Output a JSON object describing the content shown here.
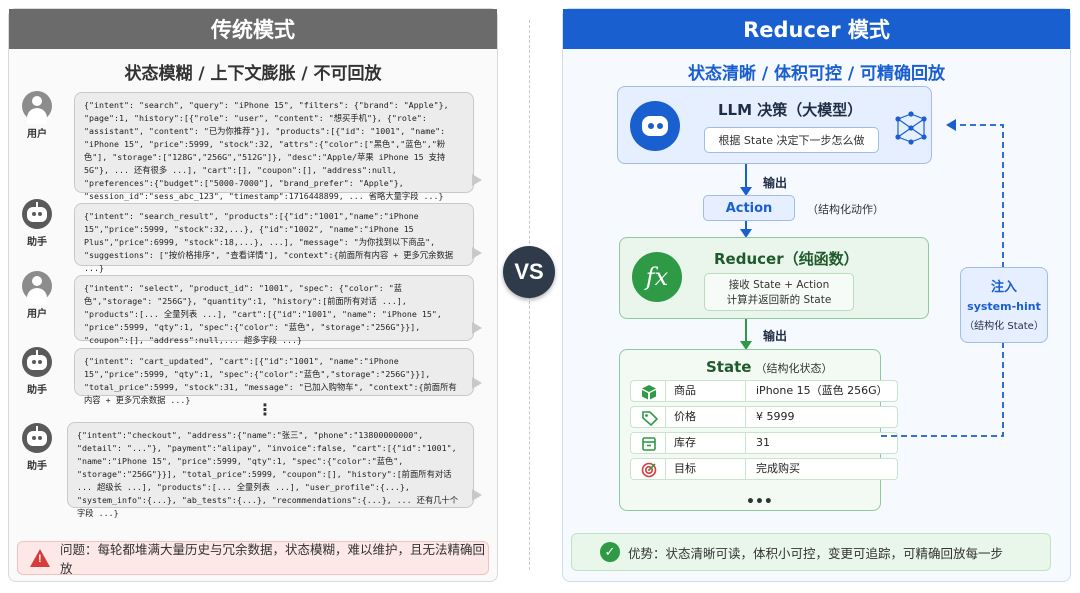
{
  "left": {
    "title": "传统模式",
    "subtitle": "状态模糊 / 上下文膨胀 / 不可回放",
    "labels": {
      "user": "用户",
      "assistant": "助手"
    },
    "messages": [
      {
        "role": "user",
        "text": "{\"intent\": \"search\", \"query\": \"iPhone 15\", \"filters\": {\"brand\": \"Apple\"}, \"page\":1, \"history\":[{\"role\": \"user\", \"content\": \"想买手机\"}, {\"role\": \"assistant\", \"content\": \"已为你推荐\"}], \"products\":[{\"id\": \"1001\", \"name\": \"iPhone 15\", \"price\":5999, \"stock\":32, \"attrs\":{\"color\":[\"黑色\",\"蓝色\",\"粉色\"], \"storage\":[\"128G\",\"256G\",\"512G\"]}, \"desc\":\"Apple/苹果 iPhone 15 支持5G\"}, ... 还有很多 ...], \"cart\":[], \"coupon\":[], \"address\":null, \"preferences\":{\"budget\":[\"5000-7000\"], \"brand_prefer\": \"Apple\"}, \"session_id\":\"sess_abc_123\", \"timestamp\":1716448899, ... 省略大量字段 ...}"
      },
      {
        "role": "assistant",
        "text": "{\"intent\": \"search_result\", \"products\":[{\"id\":\"1001\",\"name\":\"iPhone 15\",\"price\":5999, \"stock\":32,...}, {\"id\":\"1002\", \"name\":\"iPhone 15 Plus\",\"price\":6999, \"stock\":18,...}, ...], \"message\": \"为你找到以下商品\", \"suggestions\": [\"按价格排序\", \"查看详情\"], \"context\":{前面所有内容 + 更多冗余数据 ...}"
      },
      {
        "role": "user",
        "text": "{\"intent\": \"select\", \"product_id\": \"1001\", \"spec\": {\"color\": \"蓝色\",\"storage\": \"256G\"}, \"quantity\":1, \"history\":[前面所有对话 ...], \"products\":[... 全量列表 ...], \"cart\":[{\"id\":\"1001\", \"name\": \"iPhone 15\", \"price\":5999, \"qty\":1, \"spec\":{\"color\": \"蓝色\", \"storage\":\"256G\"}}], \"coupon\":[], \"address\":null,... 超多字段 ...}"
      },
      {
        "role": "assistant",
        "text": "{\"intent\": \"cart_updated\", \"cart\":[{\"id\":\"1001\", \"name\":\"iPhone 15\",\"price\":5999, \"qty\":1, \"spec\":{\"color\":\"蓝色\",\"storage\":\"256G\"}}], \"total_price\":5999, \"stock\":31, \"message\": \"已加入购物车\", \"context\":{前面所有内容 + 更多冗余数据 ...}"
      },
      {
        "role": "assistant",
        "text": "{\"intent\":\"checkout\", \"address\":{\"name\":\"张三\", \"phone\":\"13800000000\", \"detail\": \"...\"}, \"payment\":\"alipay\", \"invoice\":false, \"cart\":[{\"id\":\"1001\", \"name\":\"iPhone 15\", \"price\":5999, \"qty\":1, \"spec\":{\"color\":\"蓝色\", \"storage\":\"256G\"}}], \"total_price\":5999, \"coupon\":[], \"history\":[前面所有对话 ... 超级长 ...], \"products\":[... 全量列表 ...], \"user_profile\":{...}, \"system_info\":{...}, \"ab_tests\":{...}, \"recommendations\":{...}, ... 还有几十个字段 ...}"
      }
    ],
    "ellipsis": "⋮",
    "problem": "问题：每轮都堆满大量历史与冗余数据，状态模糊，难以维护，且无法精确回放"
  },
  "vs": "VS",
  "right": {
    "title": "Reducer 模式",
    "subtitle": "状态清晰 / 体积可控 / 可精确回放",
    "llm": {
      "title": "LLM 决策（大模型）",
      "desc": "根据 State 决定下一步怎么做"
    },
    "output_label": "输出",
    "action": {
      "label": "Action",
      "note": "（结构化动作）"
    },
    "reducer": {
      "title": "Reducer（纯函数）",
      "line1": "接收 State + Action",
      "line2": "计算并返回新的 State"
    },
    "state": {
      "title": "State",
      "note": "（结构化状态）",
      "rows": [
        {
          "key": "商品",
          "value": "iPhone 15（蓝色 256G）",
          "icon": "box-icon"
        },
        {
          "key": "价格",
          "value": "¥ 5999",
          "icon": "tag-icon"
        },
        {
          "key": "库存",
          "value": "31",
          "icon": "inventory-icon"
        },
        {
          "key": "目标",
          "value": "完成购买",
          "icon": "target-icon"
        }
      ],
      "more": "•••"
    },
    "hint": {
      "line1": "注入",
      "line2": "system-hint",
      "line3": "（结构化 State）"
    },
    "advantage": "优势：状态清晰可读，体积小可控，变更可追踪，可精确回放每一步"
  },
  "colors": {
    "blue": "#1a5fcf",
    "green": "#2e9a45",
    "red": "#d83b3b",
    "gray_header": "#6b6b6b"
  }
}
